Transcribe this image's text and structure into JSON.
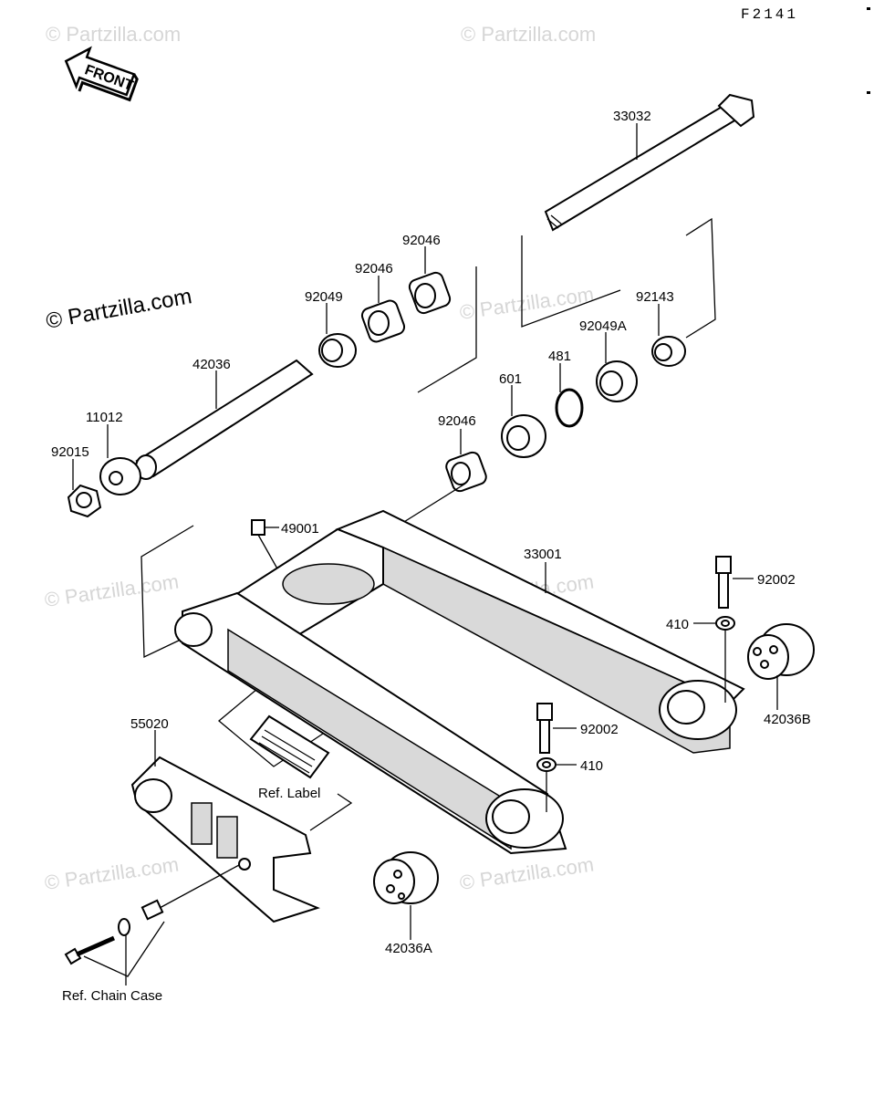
{
  "figure_id": "F2141",
  "watermark": "© Partzilla.com",
  "front_label": "FRONT",
  "labels": {
    "p33032": "33032",
    "p92046a": "92046",
    "p92046b": "92046",
    "p92049": "92049",
    "p92143": "92143",
    "p92049A": "92049A",
    "p481": "481",
    "p601": "601",
    "p42036": "42036",
    "p11012": "11012",
    "p92015": "92015",
    "p92046c": "92046",
    "p49001": "49001",
    "p33001": "33001",
    "p92002a": "92002",
    "p410a": "410",
    "p42036B": "42036B",
    "p92002b": "92002",
    "p410b": "410",
    "p55020": "55020",
    "ref_label": "Ref. Label",
    "p42036A": "42036A",
    "ref_chain_case": "Ref. Chain Case"
  }
}
